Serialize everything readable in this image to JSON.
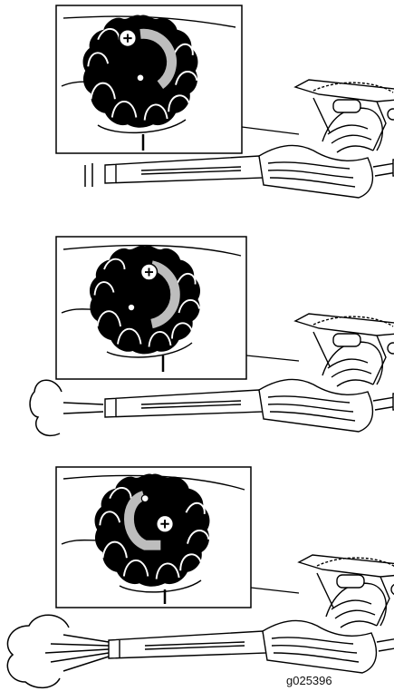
{
  "figure": {
    "reference_code": "g025396",
    "panels": [
      {
        "setting": "low",
        "airflow": "none",
        "plus_icon": "plus-icon"
      },
      {
        "setting": "medium",
        "airflow": "moderate",
        "plus_icon": "plus-icon"
      },
      {
        "setting": "high",
        "airflow": "strong",
        "plus_icon": "plus-icon"
      }
    ],
    "colors": {
      "line": "#000000",
      "dial": "#000000",
      "arc": "#bdbdbd",
      "background": "#ffffff"
    }
  }
}
